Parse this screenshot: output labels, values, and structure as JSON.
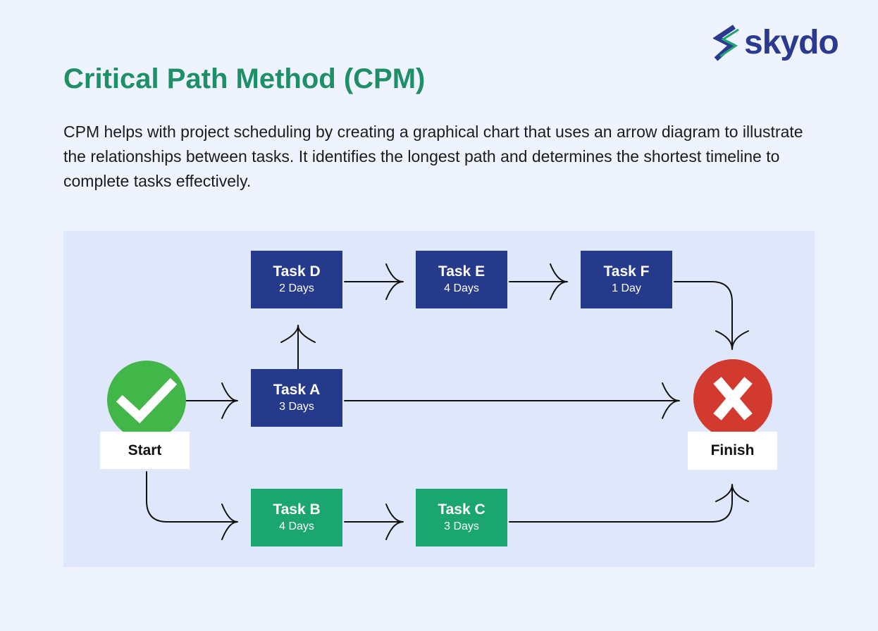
{
  "header": {
    "logo_text": "skydo",
    "title": "Critical Path Method (CPM)",
    "description": "CPM helps with project scheduling by creating a graphical chart that uses an arrow diagram to illustrate the relationships between tasks. It identifies the longest path and determines the shortest timeline to complete tasks effectively."
  },
  "diagram": {
    "start": {
      "label": "Start",
      "icon": "checkmark-icon"
    },
    "finish": {
      "label": "Finish",
      "icon": "x-mark-icon"
    },
    "tasks": {
      "d": {
        "name": "Task D",
        "duration": "2 Days"
      },
      "e": {
        "name": "Task E",
        "duration": "4 Days"
      },
      "f": {
        "name": "Task F",
        "duration": "1 Day"
      },
      "a": {
        "name": "Task A",
        "duration": "3 Days"
      },
      "b": {
        "name": "Task B",
        "duration": "4 Days"
      },
      "c": {
        "name": "Task C",
        "duration": "3 Days"
      }
    }
  },
  "colors": {
    "accent_green": "#1e8f66",
    "task_blue": "#263a8c",
    "task_green": "#1ba56f",
    "start_green": "#43b649",
    "finish_red": "#d23a30"
  }
}
